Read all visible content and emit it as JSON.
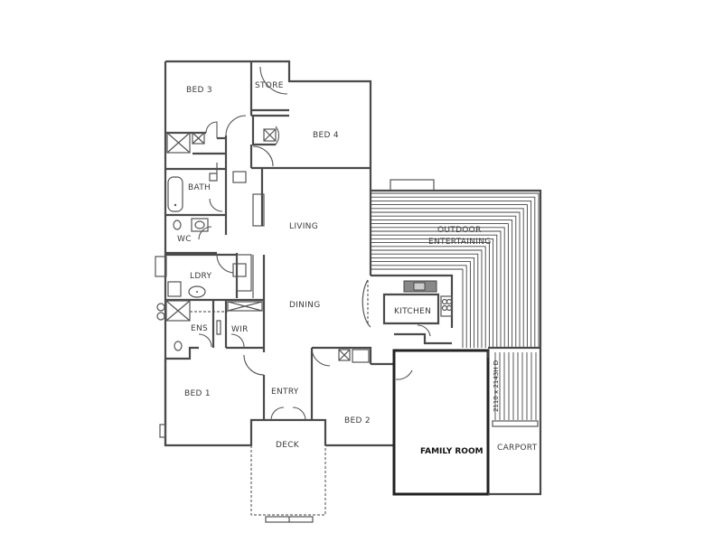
{
  "plan": {
    "rooms": {
      "bed3": "BED 3",
      "store": "STORE",
      "bed4": "BED 4",
      "bath": "BATH",
      "wc": "WC",
      "living": "LIVING",
      "outdoor1": "OUTDOOR",
      "outdoor2": "ENTERTAINING",
      "ldry": "LDRY",
      "dining": "DINING",
      "kitchen": "KITCHEN",
      "ens": "ENS",
      "wir": "WIR",
      "bed1": "BED 1",
      "entry": "ENTRY",
      "bed2": "BED 2",
      "deck": "DECK",
      "family": "FAMILY ROOM",
      "carport": "CARPORT"
    },
    "door_dimension": "2110 x 2143H D",
    "colors": {
      "wall": "#4a4a4a",
      "background": "#ffffff"
    }
  }
}
